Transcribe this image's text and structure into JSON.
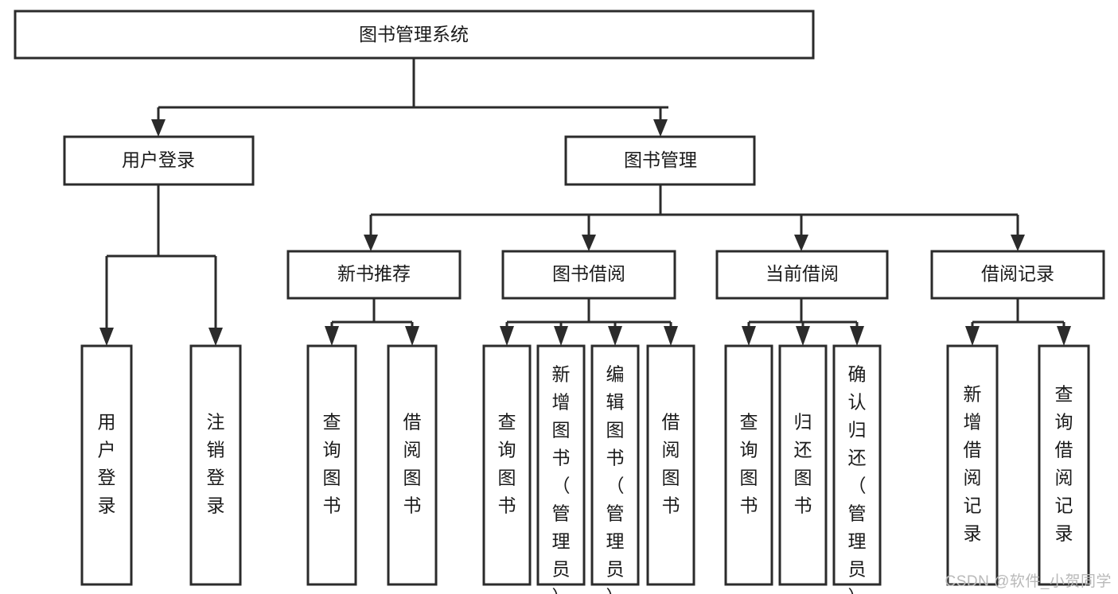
{
  "diagram": {
    "type": "tree-hierarchy",
    "title": "图书管理系统",
    "watermark": "CSDN @软件_小贺同学",
    "colors": {
      "background": "#ffffff",
      "box_stroke": "#2b2b2b",
      "box_fill": "#ffffff",
      "text": "#1a1a1a",
      "watermark": "#b9b9b9"
    },
    "levels": {
      "root": {
        "label": "图书管理系统",
        "orientation": "horizontal"
      },
      "level2": [
        {
          "label": "用户登录",
          "orientation": "horizontal"
        },
        {
          "label": "图书管理",
          "orientation": "horizontal"
        }
      ],
      "level3": [
        {
          "label": "新书推荐",
          "orientation": "horizontal",
          "parent": "图书管理"
        },
        {
          "label": "图书借阅",
          "orientation": "horizontal",
          "parent": "图书管理"
        },
        {
          "label": "当前借阅",
          "orientation": "horizontal",
          "parent": "图书管理"
        },
        {
          "label": "借阅记录",
          "orientation": "horizontal",
          "parent": "图书管理"
        }
      ],
      "leaves": [
        {
          "label": "用户登录",
          "orientation": "vertical",
          "parent": "用户登录",
          "align": "center"
        },
        {
          "label": "注销登录",
          "orientation": "vertical",
          "parent": "用户登录",
          "align": "center"
        },
        {
          "label": "查询图书",
          "orientation": "vertical",
          "parent": "新书推荐",
          "align": "center"
        },
        {
          "label": "借阅图书",
          "orientation": "vertical",
          "parent": "新书推荐",
          "align": "center"
        },
        {
          "label": "查询图书",
          "orientation": "vertical",
          "parent": "图书借阅",
          "align": "center"
        },
        {
          "label": "新增图书（管理员）",
          "orientation": "vertical",
          "parent": "图书借阅",
          "align": "top"
        },
        {
          "label": "编辑图书（管理员）",
          "orientation": "vertical",
          "parent": "图书借阅",
          "align": "top"
        },
        {
          "label": "借阅图书",
          "orientation": "vertical",
          "parent": "图书借阅",
          "align": "center"
        },
        {
          "label": "查询图书",
          "orientation": "vertical",
          "parent": "当前借阅",
          "align": "center"
        },
        {
          "label": "归还图书",
          "orientation": "vertical",
          "parent": "当前借阅",
          "align": "center"
        },
        {
          "label": "确认归还（管理员）",
          "orientation": "vertical",
          "parent": "当前借阅",
          "align": "top"
        },
        {
          "label": "新增借阅记录",
          "orientation": "vertical",
          "parent": "借阅记录",
          "align": "center"
        },
        {
          "label": "查询借阅记录",
          "orientation": "vertical",
          "parent": "借阅记录",
          "align": "center"
        }
      ]
    },
    "nodes": {
      "root": {
        "text": "图书管理系统"
      },
      "n_user_login": {
        "text": "用户登录"
      },
      "n_book_mgmt": {
        "text": "图书管理"
      },
      "n_new_book_rec": {
        "text": "新书推荐"
      },
      "n_book_borrow": {
        "text": "图书借阅"
      },
      "n_current_borrow": {
        "text": "当前借阅"
      },
      "n_borrow_record": {
        "text": "借阅记录"
      },
      "l_user_login": {
        "text": "用户登录"
      },
      "l_logout": {
        "text": "注销登录"
      },
      "l_query_book_a": {
        "text": "查询图书"
      },
      "l_borrow_book_a": {
        "text": "借阅图书"
      },
      "l_query_book_b": {
        "text": "查询图书"
      },
      "l_add_book": {
        "text": "新增图书（管理员）"
      },
      "l_edit_book": {
        "text": "编辑图书（管理员）"
      },
      "l_borrow_book_b": {
        "text": "借阅图书"
      },
      "l_query_book_c": {
        "text": "查询图书"
      },
      "l_return_book": {
        "text": "归还图书"
      },
      "l_confirm_return": {
        "text": "确认归还（管理员）"
      },
      "l_add_record": {
        "text": "新增借阅记录"
      },
      "l_query_record": {
        "text": "查询借阅记录"
      }
    }
  }
}
